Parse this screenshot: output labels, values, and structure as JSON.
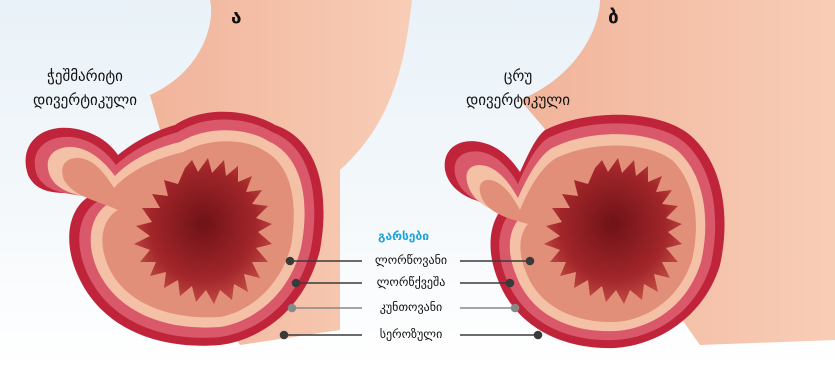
{
  "panels": {
    "a": {
      "letter": "ა",
      "title_line1": "ჭეშმარიტი",
      "title_line2": "დივერტიკული"
    },
    "b": {
      "letter": "ბ",
      "title_line1": "ცრუ",
      "title_line2": "დივერტიკული"
    }
  },
  "layers": {
    "heading": "გარსები",
    "mucosa": "ლორწოვანი",
    "submucosa": "ლორწქვეშა",
    "muscularis": "კუნთოვანი",
    "serosa": "სეროზული"
  },
  "colors": {
    "serosa_outer": "#c0243a",
    "muscle_band": "#d9586a",
    "submucosa": "#f4c0a6",
    "mucosa": "#e28f7a",
    "lumen": "#8f1f23",
    "label_accent": "#1fa3d8"
  }
}
